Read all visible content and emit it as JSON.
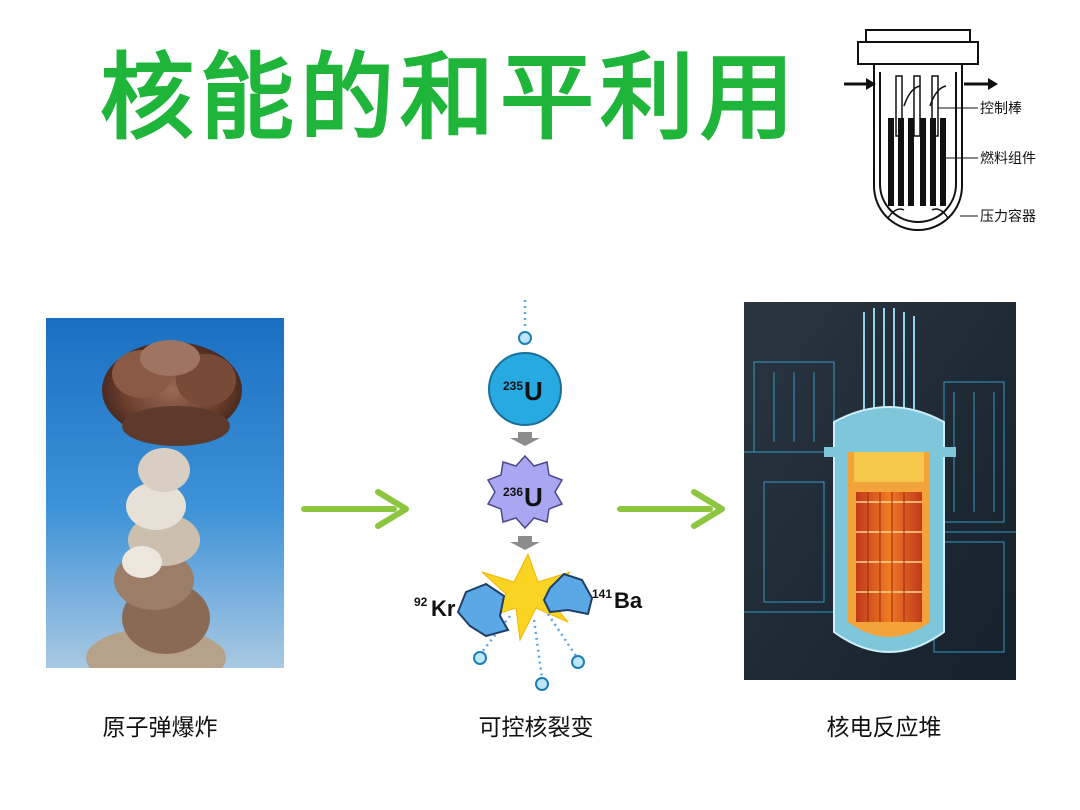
{
  "title": "核能的和平利用",
  "reactor_diagram": {
    "labels": [
      "控制棒",
      "燃料组件",
      "压力容器"
    ]
  },
  "fission": {
    "u235": {
      "mass": "235",
      "symbol": "U"
    },
    "u236": {
      "mass": "236",
      "symbol": "U"
    },
    "kr": {
      "mass": "92",
      "symbol": "Kr"
    },
    "ba": {
      "mass": "141",
      "symbol": "Ba"
    }
  },
  "captions": [
    "原子弹爆炸",
    "可控核裂变",
    "核电反应堆"
  ],
  "colors": {
    "title": "#1fb53a",
    "arrow": "#8cc63f",
    "nucleus": "#27a9e1",
    "compound": "#a9a6f2",
    "fragment": "#5aa9e6",
    "flash": "#f9d423"
  }
}
